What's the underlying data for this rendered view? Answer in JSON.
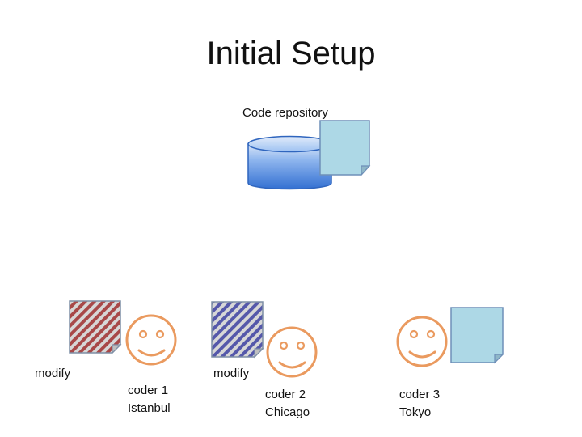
{
  "title": "Initial Setup",
  "repository": {
    "label": "Code repository"
  },
  "modify_labels": [
    "modify",
    "modify"
  ],
  "coders": [
    {
      "name": "coder 1",
      "city": "Istanbul"
    },
    {
      "name": "coder 2",
      "city": "Chicago"
    },
    {
      "name": "coder 3",
      "city": "Tokyo"
    }
  ],
  "colors": {
    "smiley": "#ea9a5f",
    "repository_fill_top": "#c8d7ef",
    "repository_fill_bottom": "#3b74d3",
    "document_fill": "#add8e6",
    "red_hatch": "#a84848",
    "blue_hatch": "#5558aa",
    "document_border": "#6e8fb8"
  }
}
